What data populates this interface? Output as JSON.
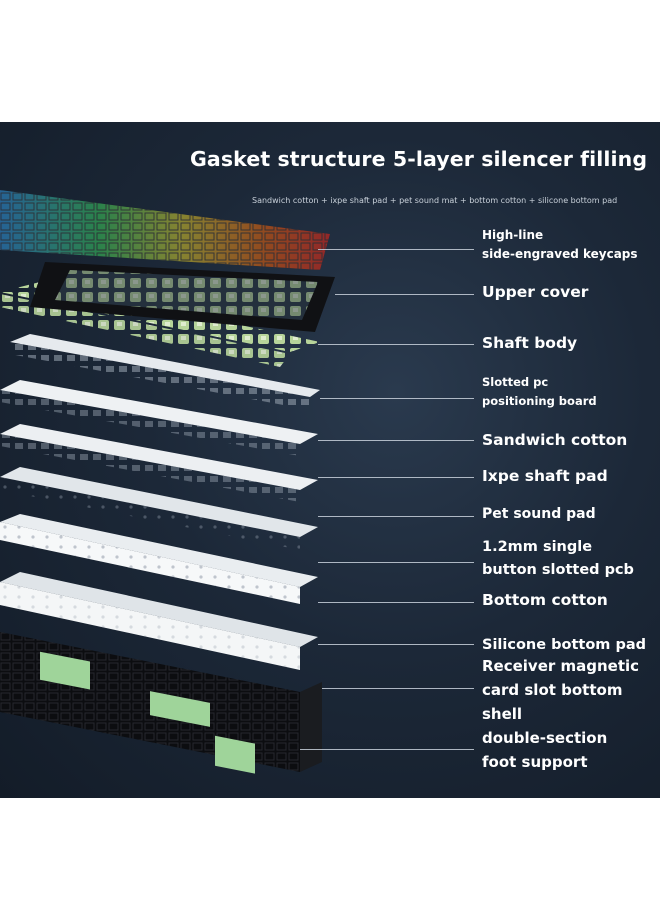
{
  "header": {
    "title": "Gasket structure 5-layer silencer filling",
    "subtitle": "Sandwich cotton + ixpe shaft pad + pet sound mat + bottom cotton + silicone bottom pad"
  },
  "layers": [
    {
      "id": "keycaps",
      "lines": [
        "High-line",
        "side-engraved keycaps"
      ]
    },
    {
      "id": "upper-cover",
      "lines": [
        "Upper cover"
      ]
    },
    {
      "id": "shaft-body",
      "lines": [
        "Shaft body"
      ]
    },
    {
      "id": "positioning-board",
      "lines": [
        "Slotted pc",
        "positioning board"
      ]
    },
    {
      "id": "sandwich-cotton",
      "lines": [
        "Sandwich cotton"
      ]
    },
    {
      "id": "ixpe-pad",
      "lines": [
        "Ixpe shaft pad"
      ]
    },
    {
      "id": "pet-pad",
      "lines": [
        "Pet sound pad"
      ]
    },
    {
      "id": "pcb",
      "lines": [
        "1.2mm single",
        "button slotted pcb"
      ]
    },
    {
      "id": "bottom-cotton",
      "lines": [
        "Bottom cotton"
      ]
    },
    {
      "id": "silicone-pad",
      "lines": [
        "Silicone bottom pad"
      ]
    },
    {
      "id": "bottom-shell",
      "lines": [
        "Receiver magnetic",
        "card slot bottom",
        "shell"
      ]
    },
    {
      "id": "foot-support",
      "lines": [
        "double-section",
        "foot support"
      ]
    }
  ],
  "colors": {
    "background_panel": "#1c2838",
    "text": "#ffffff",
    "switch_green": "#b7d49a",
    "plate_white": "#e8ecef",
    "shell_black": "#0c0d10"
  }
}
